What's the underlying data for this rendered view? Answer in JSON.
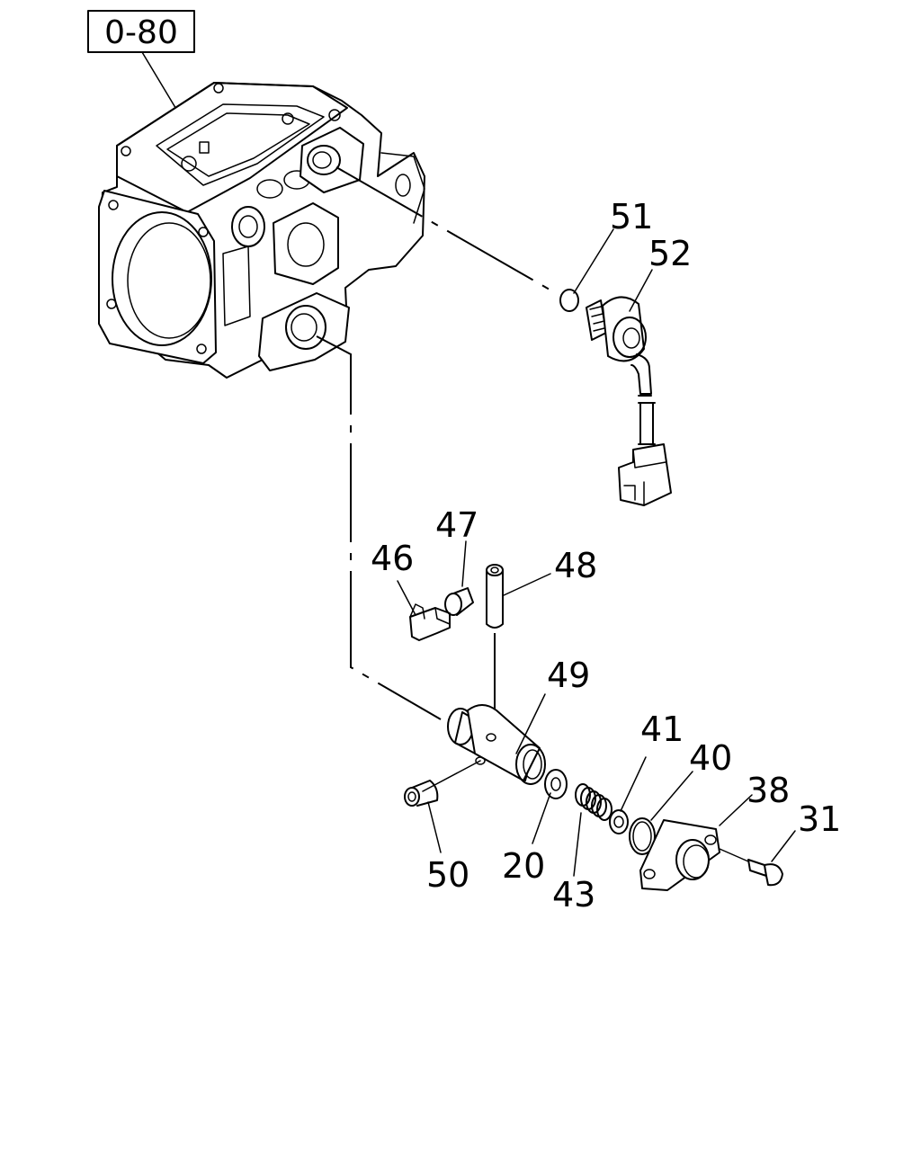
{
  "reference_box": "0-80",
  "callouts": [
    "51",
    "52",
    "47",
    "46",
    "48",
    "49",
    "41",
    "40",
    "38",
    "31",
    "50",
    "20",
    "43"
  ]
}
